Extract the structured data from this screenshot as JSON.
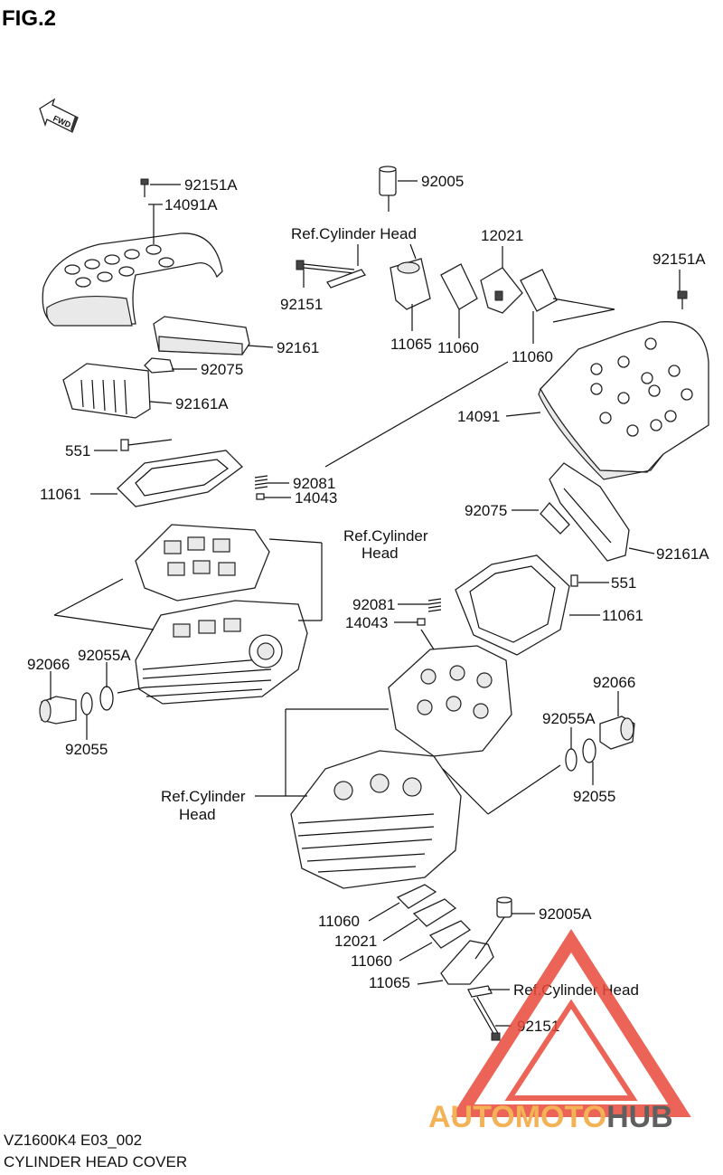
{
  "header": {
    "figure_label": "FIG.2"
  },
  "orientation": {
    "fwd_label": "FWD"
  },
  "callouts": {
    "c92151A_top": "92151A",
    "c14091A": "14091A",
    "c92005": "92005",
    "cRef1": "Ref.Cylinder Head",
    "c12021_top": "12021",
    "c92151A_right": "92151A",
    "c92151_top": "92151",
    "c11065_top": "11065",
    "c11060_top_a": "11060",
    "c11060_top_b": "11060",
    "c92161": "92161",
    "c92075_left": "92075",
    "c92161A_left": "92161A",
    "c14091": "14091",
    "c551_left": "551",
    "c11061_left": "11061",
    "c92081_top": "92081",
    "c14043_top": "14043",
    "cRef2_l1": "Ref.Cylinder",
    "cRef2_l2": "Head",
    "c92075_right": "92075",
    "c92161A_right": "92161A",
    "c551_right": "551",
    "c92081_mid": "92081",
    "c14043_mid": "14043",
    "c11061_right": "11061",
    "c92066_left": "92066",
    "c92055A_left": "92055A",
    "c92055_left": "92055",
    "c92066_right": "92066",
    "c92055A_right": "92055A",
    "c92055_right": "92055",
    "cRef3_l1": "Ref.Cylinder",
    "cRef3_l2": "Head",
    "c92005A": "92005A",
    "c11060_bot_a": "11060",
    "c12021_bot": "12021",
    "c11060_bot_b": "11060",
    "c11065_bot": "11065",
    "cRef4": "Ref.Cylinder Head",
    "c92151_bot": "92151"
  },
  "footer": {
    "model_code": "VZ1600K4 E03_002",
    "title": "CYLINDER HEAD COVER"
  },
  "watermark": {
    "brand_part1": "AUTOMOTO",
    "brand_part2": "HUB",
    "colors": {
      "triangle": "#e8493a",
      "accent": "#f3a53a",
      "dark": "#444444"
    }
  }
}
